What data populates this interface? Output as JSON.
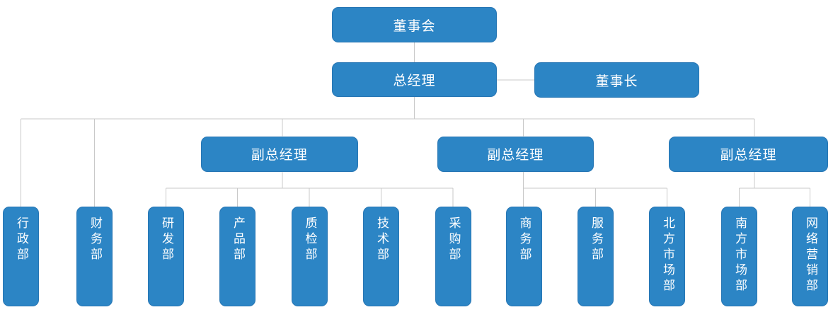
{
  "colors": {
    "box_fill": "#2C85C5",
    "box_border": "#2776B4",
    "connector": "#C9C9C9",
    "text": "#FFFFFF",
    "bg": "#FFFFFF"
  },
  "org_chart": {
    "board": "董事会",
    "general_manager": "总经理",
    "chairman": "董事长",
    "deputies": [
      "副总经理",
      "副总经理",
      "副总经理"
    ],
    "departments": [
      "行政部",
      "财务部",
      "研发部",
      "产品部",
      "质检部",
      "技术部",
      "采购部",
      "商务部",
      "服务部",
      "北方市场部",
      "南方市场部",
      "网络营销部"
    ]
  }
}
